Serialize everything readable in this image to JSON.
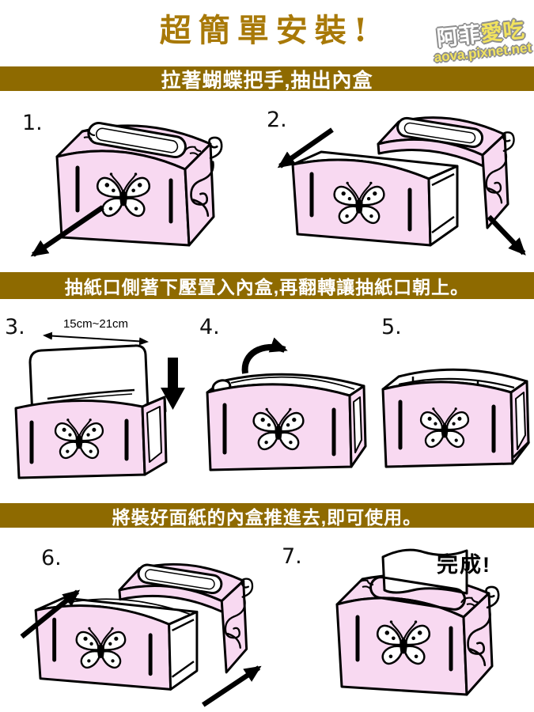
{
  "colors": {
    "banner-bg": "#8E6A00",
    "banner-text": "#FFFFFF",
    "title-color": "#A87908",
    "box-pink": "#F8D9F1",
    "wm-yellow": "#F2E35E",
    "wm-white": "#FFFFFF",
    "wm-outline": "#8E8E8E"
  },
  "title": "超簡單安裝!",
  "watermark": {
    "name_part1": "阿菲",
    "name_part2": "愛吃",
    "site": "aova.pixnet.net"
  },
  "sections": [
    {
      "banner": "拉著蝴蝶把手,抽出內盒"
    },
    {
      "banner": "抽紙口側著下壓置入內盒,再翻轉讓抽紙口朝上。"
    },
    {
      "banner": "將裝好面紙的內盒推進去,即可使用。"
    }
  ],
  "steps": [
    {
      "number": "1."
    },
    {
      "number": "2."
    },
    {
      "number": "3.",
      "dimension_label": "15cm~21cm"
    },
    {
      "number": "4."
    },
    {
      "number": "5."
    },
    {
      "number": "6."
    },
    {
      "number": "7.",
      "done_label": "完成!"
    }
  ]
}
